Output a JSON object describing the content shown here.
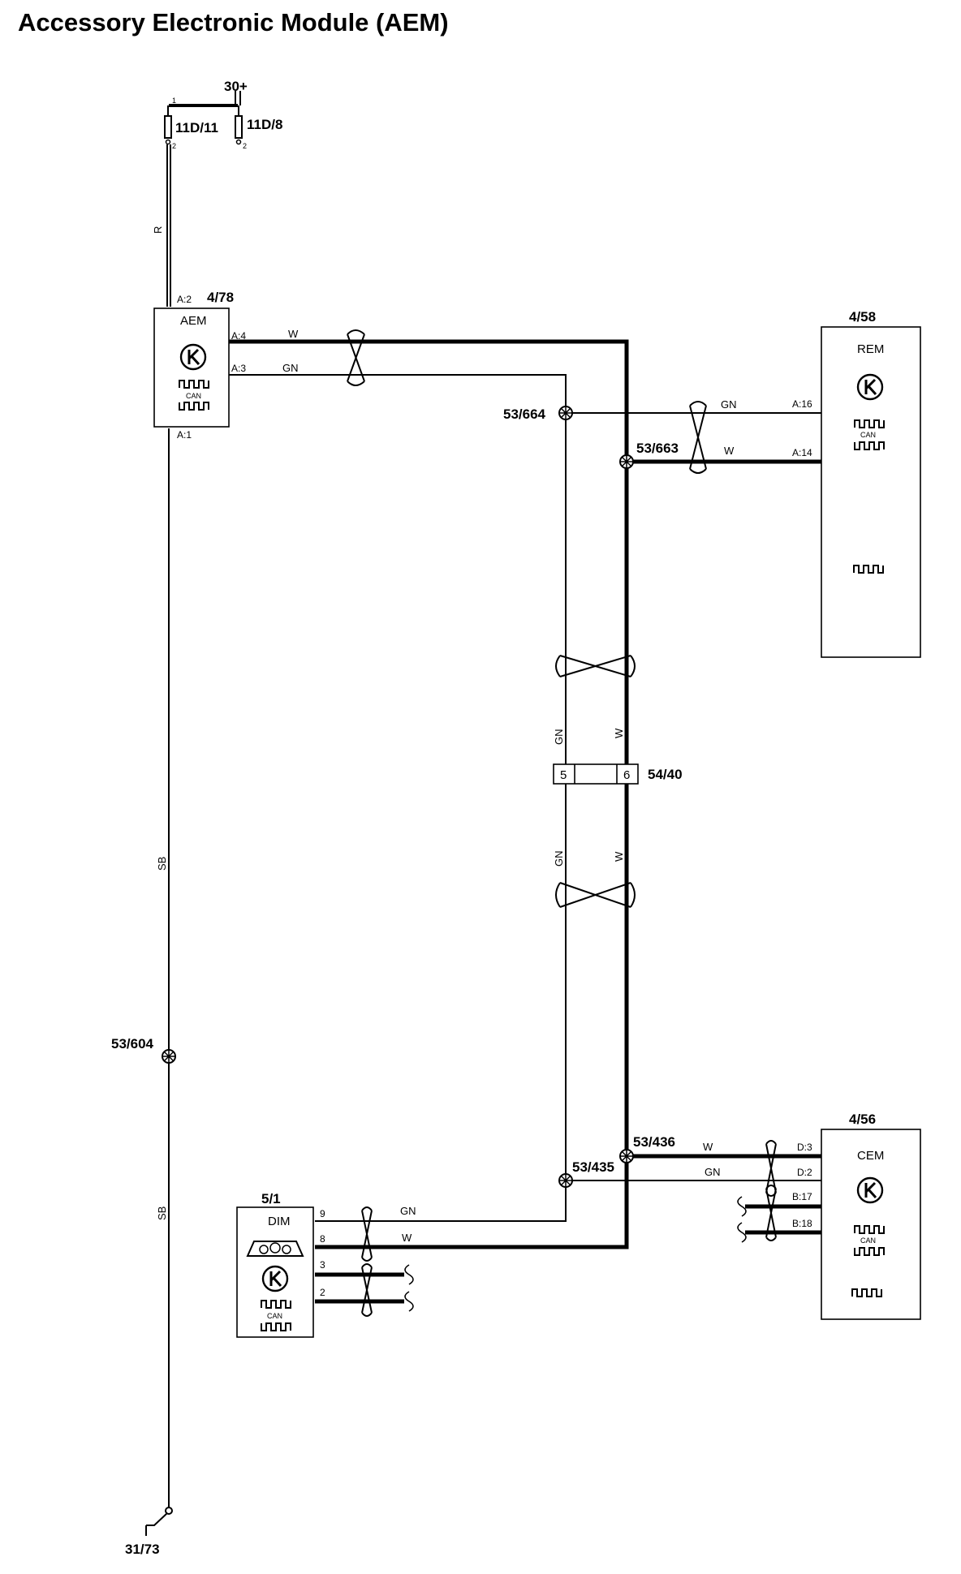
{
  "title": "Accessory Electronic Module (AEM)",
  "supply": {
    "label": "30+",
    "fuse_left": "11D/11",
    "fuse_right": "11D/8",
    "pin1": "1",
    "pin2": "2",
    "pin2b": "2"
  },
  "ground": {
    "label": "31/73"
  },
  "wires": {
    "r": "R",
    "sb": "SB",
    "w": "W",
    "gn": "GN"
  },
  "aem": {
    "ref": "4/78",
    "name": "AEM",
    "pin_a2": "A:2",
    "pin_a4": "A:4",
    "pin_a3": "A:3",
    "pin_a1": "A:1"
  },
  "rem": {
    "ref": "4/58",
    "name": "REM",
    "pin_a16": "A:16",
    "pin_a14": "A:14"
  },
  "cem": {
    "ref": "4/56",
    "name": "CEM",
    "pin_d3": "D:3",
    "pin_d2": "D:2",
    "pin_b17": "B:17",
    "pin_b18": "B:18"
  },
  "dim": {
    "ref": "5/1",
    "name": "DIM",
    "pin9": "9",
    "pin8": "8",
    "pin3": "3",
    "pin2": "2"
  },
  "splices": {
    "s664": "53/664",
    "s663": "53/663",
    "s604": "53/604",
    "s436": "53/436",
    "s435": "53/435"
  },
  "connector": {
    "ref": "54/40",
    "pin5": "5",
    "pin6": "6"
  },
  "can": "CAN"
}
